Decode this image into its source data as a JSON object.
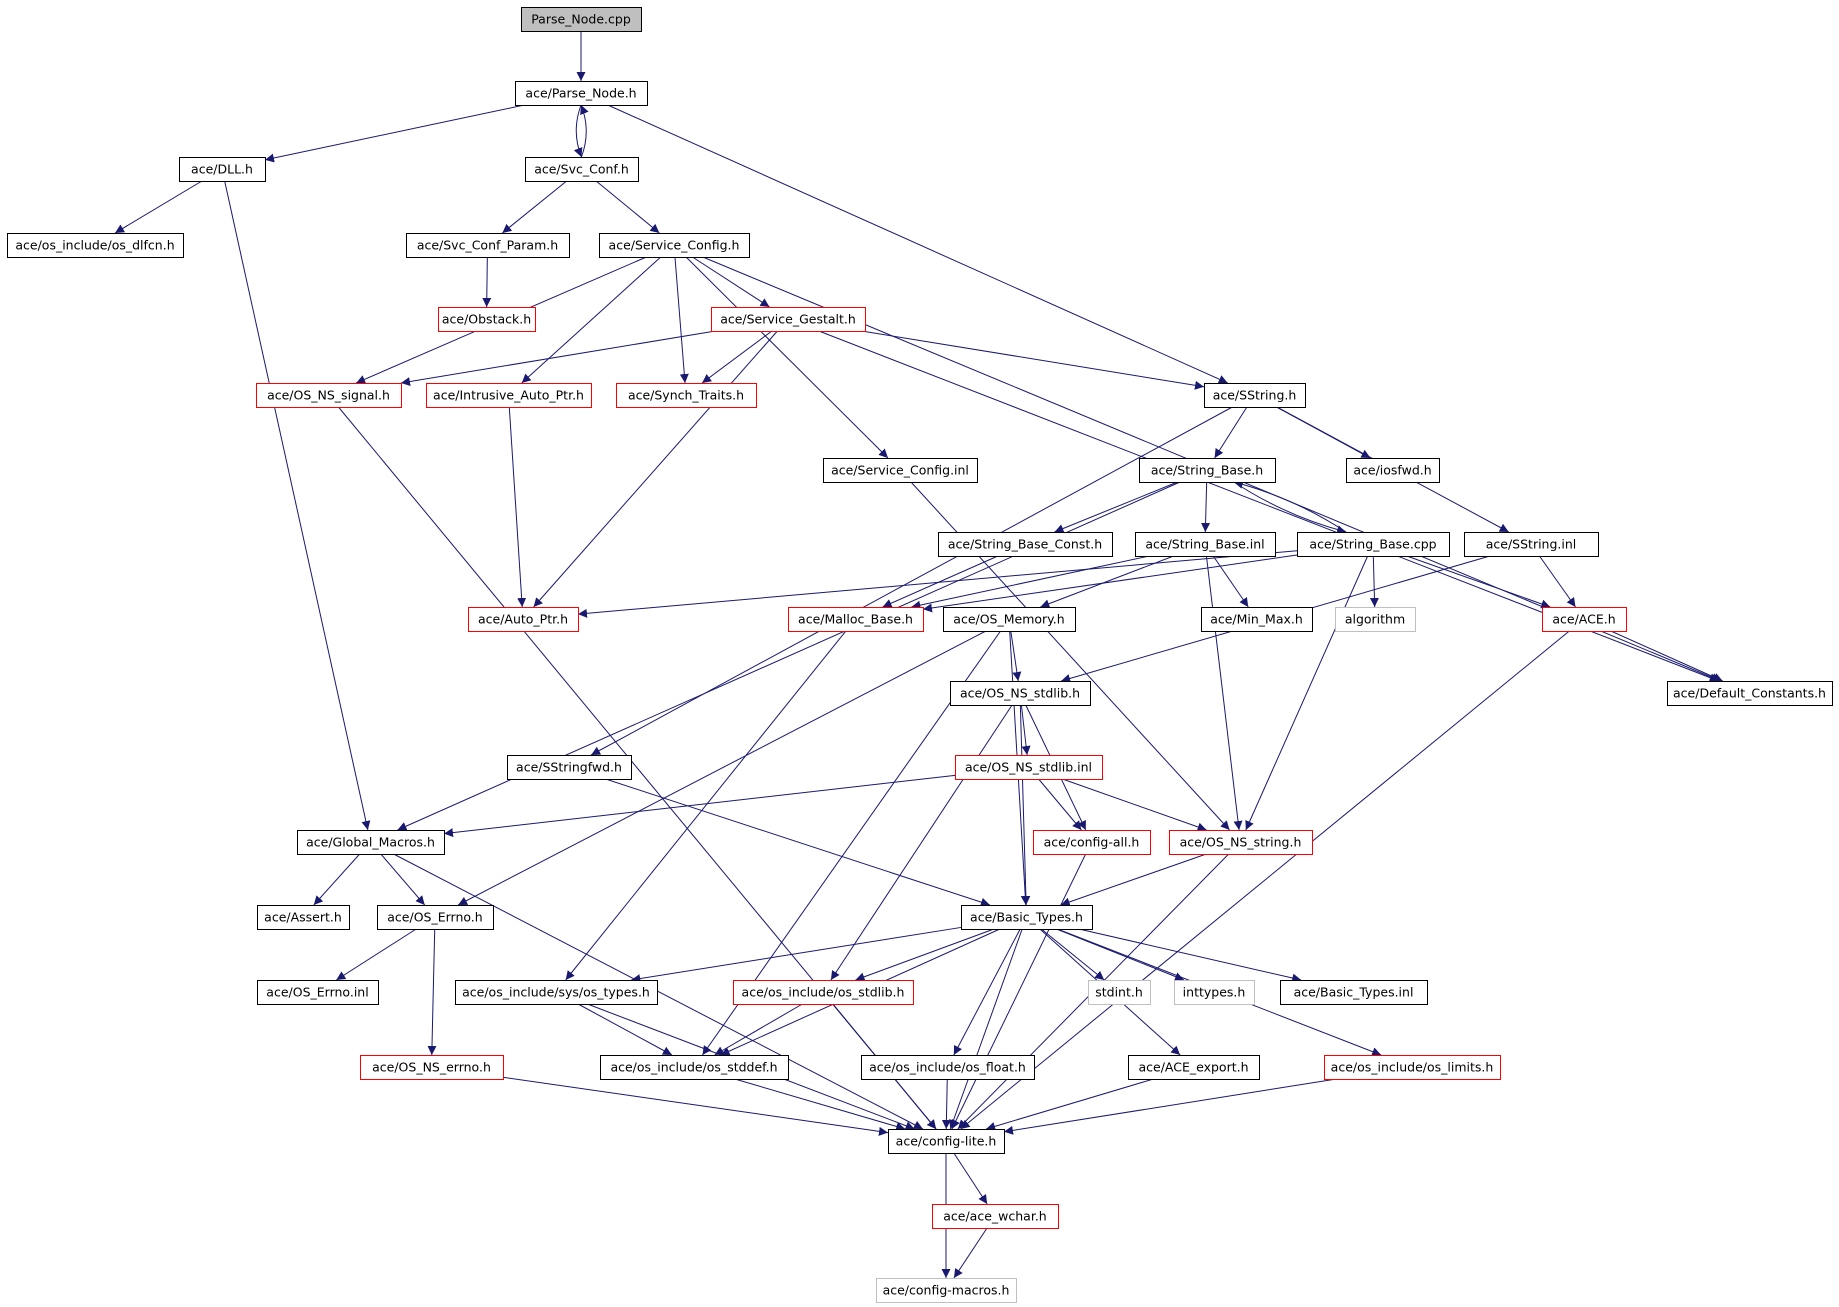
{
  "colors": {
    "edge": "#191970",
    "border_black": "#000000",
    "border_red": "#ff0000",
    "border_gray": "#bfbfbf",
    "root_fill": "#bfbfbf"
  },
  "nodes": [
    {
      "id": "n0",
      "label": "Parse_Node.cpp",
      "style": "root"
    },
    {
      "id": "n1",
      "label": "ace/Parse_Node.h",
      "style": "black"
    },
    {
      "id": "n2",
      "label": "ace/DLL.h",
      "style": "black"
    },
    {
      "id": "n3",
      "label": "ace/Svc_Conf.h",
      "style": "black"
    },
    {
      "id": "n4",
      "label": "ace/os_include/os_dlfcn.h",
      "style": "black"
    },
    {
      "id": "n5",
      "label": "ace/Svc_Conf_Param.h",
      "style": "black"
    },
    {
      "id": "n6",
      "label": "ace/Service_Config.h",
      "style": "black"
    },
    {
      "id": "n7",
      "label": "ace/Obstack.h",
      "style": "red"
    },
    {
      "id": "n8",
      "label": "ace/Service_Gestalt.h",
      "style": "red"
    },
    {
      "id": "n9",
      "label": "ace/OS_NS_signal.h",
      "style": "red"
    },
    {
      "id": "n10",
      "label": "ace/Intrusive_Auto_Ptr.h",
      "style": "red"
    },
    {
      "id": "n11",
      "label": "ace/Synch_Traits.h",
      "style": "red"
    },
    {
      "id": "n12",
      "label": "ace/SString.h",
      "style": "black"
    },
    {
      "id": "n13",
      "label": "ace/Service_Config.inl",
      "style": "black"
    },
    {
      "id": "n14",
      "label": "ace/String_Base.h",
      "style": "black"
    },
    {
      "id": "n15",
      "label": "ace/iosfwd.h",
      "style": "black"
    },
    {
      "id": "n16",
      "label": "ace/String_Base_Const.h",
      "style": "black"
    },
    {
      "id": "n17",
      "label": "ace/String_Base.inl",
      "style": "black"
    },
    {
      "id": "n18",
      "label": "ace/String_Base.cpp",
      "style": "black"
    },
    {
      "id": "n19",
      "label": "ace/SString.inl",
      "style": "black"
    },
    {
      "id": "n20",
      "label": "ace/Auto_Ptr.h",
      "style": "red"
    },
    {
      "id": "n21",
      "label": "ace/Malloc_Base.h",
      "style": "red"
    },
    {
      "id": "n22",
      "label": "ace/OS_Memory.h",
      "style": "black"
    },
    {
      "id": "n23",
      "label": "ace/Min_Max.h",
      "style": "black"
    },
    {
      "id": "n24",
      "label": "algorithm",
      "style": "gray"
    },
    {
      "id": "n25",
      "label": "ace/ACE.h",
      "style": "red"
    },
    {
      "id": "n26",
      "label": "ace/OS_NS_stdlib.h",
      "style": "black"
    },
    {
      "id": "n27",
      "label": "ace/Default_Constants.h",
      "style": "black"
    },
    {
      "id": "n28",
      "label": "ace/SStringfwd.h",
      "style": "black"
    },
    {
      "id": "n29",
      "label": "ace/OS_NS_stdlib.inl",
      "style": "red"
    },
    {
      "id": "n30",
      "label": "ace/Global_Macros.h",
      "style": "black"
    },
    {
      "id": "n31",
      "label": "ace/config-all.h",
      "style": "red"
    },
    {
      "id": "n32",
      "label": "ace/OS_NS_string.h",
      "style": "red"
    },
    {
      "id": "n33",
      "label": "ace/Assert.h",
      "style": "black"
    },
    {
      "id": "n34",
      "label": "ace/OS_Errno.h",
      "style": "black"
    },
    {
      "id": "n35",
      "label": "ace/Basic_Types.h",
      "style": "black"
    },
    {
      "id": "n36",
      "label": "ace/OS_Errno.inl",
      "style": "black"
    },
    {
      "id": "n37",
      "label": "ace/os_include/sys/os_types.h",
      "style": "black"
    },
    {
      "id": "n38",
      "label": "ace/os_include/os_stdlib.h",
      "style": "red"
    },
    {
      "id": "n39",
      "label": "stdint.h",
      "style": "gray"
    },
    {
      "id": "n40",
      "label": "inttypes.h",
      "style": "gray"
    },
    {
      "id": "n41",
      "label": "ace/Basic_Types.inl",
      "style": "black"
    },
    {
      "id": "n42",
      "label": "ace/OS_NS_errno.h",
      "style": "red"
    },
    {
      "id": "n43",
      "label": "ace/os_include/os_stddef.h",
      "style": "black"
    },
    {
      "id": "n44",
      "label": "ace/os_include/os_float.h",
      "style": "black"
    },
    {
      "id": "n45",
      "label": "ace/ACE_export.h",
      "style": "black"
    },
    {
      "id": "n46",
      "label": "ace/os_include/os_limits.h",
      "style": "red"
    },
    {
      "id": "n47",
      "label": "ace/config-lite.h",
      "style": "black"
    },
    {
      "id": "n48",
      "label": "ace/ace_wchar.h",
      "style": "red"
    },
    {
      "id": "n49",
      "label": "ace/config-macros.h",
      "style": "gray"
    }
  ],
  "edges": [
    [
      "n0",
      "n1"
    ],
    [
      "n1",
      "n2"
    ],
    [
      "n1",
      "n3"
    ],
    [
      "n3",
      "n1"
    ],
    [
      "n1",
      "n12"
    ],
    [
      "n2",
      "n4"
    ],
    [
      "n2",
      "n30"
    ],
    [
      "n3",
      "n5"
    ],
    [
      "n3",
      "n6"
    ],
    [
      "n5",
      "n7"
    ],
    [
      "n6",
      "n8"
    ],
    [
      "n6",
      "n9"
    ],
    [
      "n6",
      "n10"
    ],
    [
      "n6",
      "n11"
    ],
    [
      "n6",
      "n13"
    ],
    [
      "n6",
      "n27"
    ],
    [
      "n8",
      "n9"
    ],
    [
      "n8",
      "n11"
    ],
    [
      "n8",
      "n12"
    ],
    [
      "n8",
      "n20"
    ],
    [
      "n8",
      "n27"
    ],
    [
      "n9",
      "n47"
    ],
    [
      "n10",
      "n20"
    ],
    [
      "n12",
      "n14"
    ],
    [
      "n12",
      "n15"
    ],
    [
      "n12",
      "n19"
    ],
    [
      "n12",
      "n28"
    ],
    [
      "n13",
      "n32"
    ],
    [
      "n14",
      "n16"
    ],
    [
      "n14",
      "n17"
    ],
    [
      "n14",
      "n18"
    ],
    [
      "n18",
      "n14"
    ],
    [
      "n14",
      "n30"
    ],
    [
      "n16",
      "n21"
    ],
    [
      "n17",
      "n21"
    ],
    [
      "n17",
      "n22"
    ],
    [
      "n17",
      "n23"
    ],
    [
      "n17",
      "n32"
    ],
    [
      "n18",
      "n20"
    ],
    [
      "n18",
      "n21"
    ],
    [
      "n18",
      "n24"
    ],
    [
      "n18",
      "n25"
    ],
    [
      "n18",
      "n32"
    ],
    [
      "n19",
      "n25"
    ],
    [
      "n19",
      "n26"
    ],
    [
      "n21",
      "n37"
    ],
    [
      "n22",
      "n26"
    ],
    [
      "n22",
      "n34"
    ],
    [
      "n22",
      "n35"
    ],
    [
      "n22",
      "n43"
    ],
    [
      "n25",
      "n27"
    ],
    [
      "n25",
      "n47"
    ],
    [
      "n26",
      "n29"
    ],
    [
      "n26",
      "n31"
    ],
    [
      "n26",
      "n35"
    ],
    [
      "n26",
      "n38"
    ],
    [
      "n28",
      "n35"
    ],
    [
      "n29",
      "n30"
    ],
    [
      "n29",
      "n31"
    ],
    [
      "n29",
      "n32"
    ],
    [
      "n30",
      "n33"
    ],
    [
      "n30",
      "n34"
    ],
    [
      "n30",
      "n47"
    ],
    [
      "n31",
      "n47"
    ],
    [
      "n32",
      "n35"
    ],
    [
      "n32",
      "n47"
    ],
    [
      "n34",
      "n36"
    ],
    [
      "n34",
      "n42"
    ],
    [
      "n35",
      "n37"
    ],
    [
      "n35",
      "n38"
    ],
    [
      "n35",
      "n39"
    ],
    [
      "n35",
      "n40"
    ],
    [
      "n35",
      "n41"
    ],
    [
      "n35",
      "n43"
    ],
    [
      "n35",
      "n44"
    ],
    [
      "n35",
      "n45"
    ],
    [
      "n35",
      "n46"
    ],
    [
      "n35",
      "n47"
    ],
    [
      "n37",
      "n43"
    ],
    [
      "n37",
      "n47"
    ],
    [
      "n38",
      "n43"
    ],
    [
      "n38",
      "n47"
    ],
    [
      "n42",
      "n47"
    ],
    [
      "n43",
      "n47"
    ],
    [
      "n44",
      "n47"
    ],
    [
      "n45",
      "n47"
    ],
    [
      "n46",
      "n47"
    ],
    [
      "n47",
      "n48"
    ],
    [
      "n47",
      "n49"
    ],
    [
      "n48",
      "n49"
    ]
  ]
}
